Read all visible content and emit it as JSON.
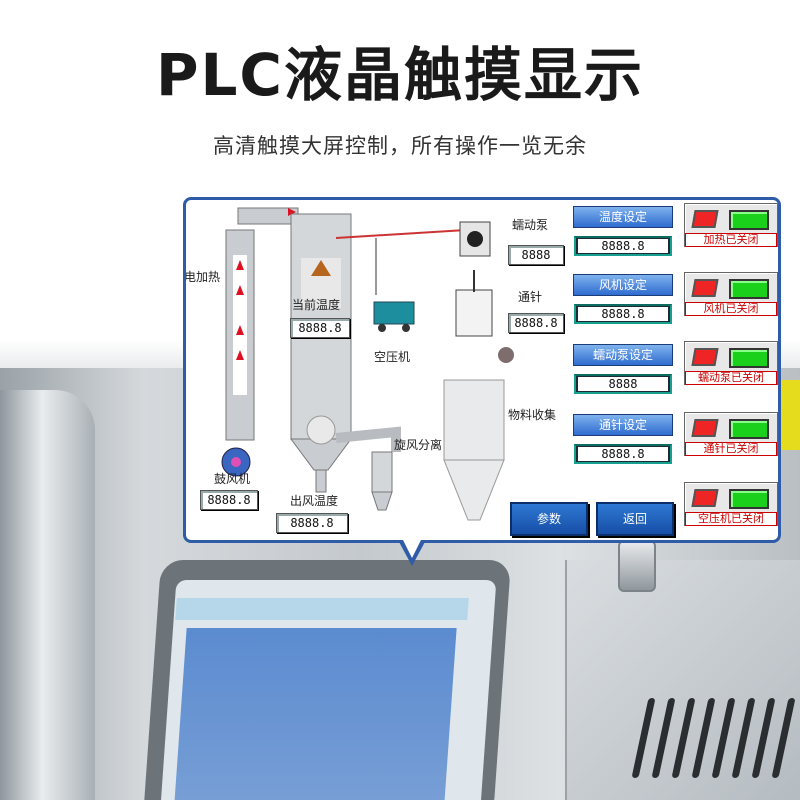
{
  "heading": {
    "title": "PLC液晶触摸显示",
    "subtitle": "高清触摸大屏控制，所有操作一览无余"
  },
  "hmi": {
    "labels": {
      "heater": "电加热",
      "current_temp": "当前温度",
      "blower": "鼓风机",
      "outlet_temp": "出风温度",
      "compressor": "空压机",
      "peristaltic_pump": "蠕动泵",
      "needle": "通针",
      "cyclone": "旋风分离",
      "collection": "物料收集"
    },
    "readouts": {
      "current_temp": "8888.8",
      "blower": "8888.8",
      "outlet_temp": "8888.8",
      "pump": "8888",
      "needle": "8888.8"
    },
    "settings": [
      {
        "label": "温度设定",
        "value": "8888.8"
      },
      {
        "label": "风机设定",
        "value": "8888.8"
      },
      {
        "label": "蠕动泵设定",
        "value": "8888"
      },
      {
        "label": "通针设定",
        "value": "8888.8"
      }
    ],
    "controls": [
      {
        "state": "加热已关闭"
      },
      {
        "state": "风机已关闭"
      },
      {
        "state": "蠕动泵已关闭"
      },
      {
        "state": "通针已关闭"
      },
      {
        "state": "空压机已关闭"
      }
    ],
    "nav": {
      "params": "参数",
      "back": "返回"
    }
  },
  "colors": {
    "callout_border": "#2e5ca8",
    "button_blue": "#2f6ccf",
    "indicator_red": "#ef2424",
    "indicator_green": "#1ad01a",
    "status_text": "#cc0000"
  }
}
